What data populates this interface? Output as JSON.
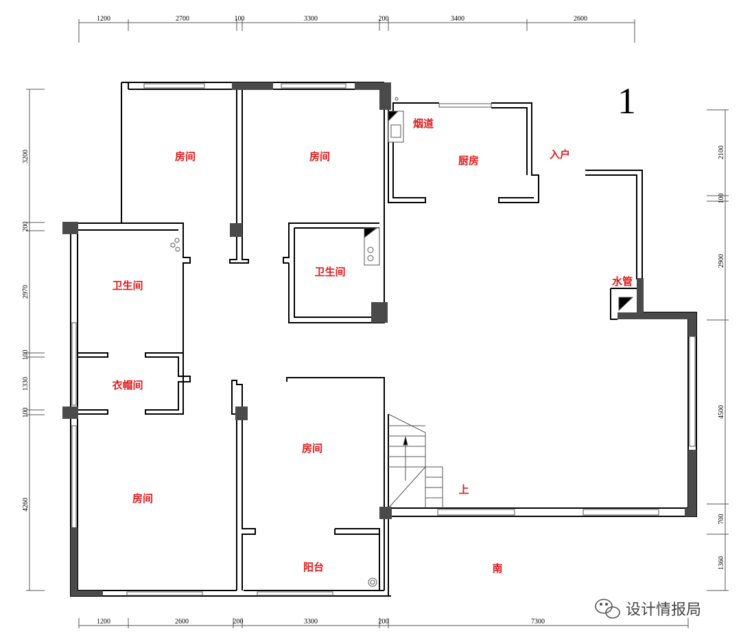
{
  "floor_number": "1",
  "rooms": {
    "room_top_left": "房间",
    "room_top_mid": "房间",
    "flue": "烟道",
    "kitchen": "厨房",
    "entrance": "入户",
    "bath_left": "卫生间",
    "bath_mid": "卫生间",
    "water_pipe": "水管",
    "cloakroom": "衣帽间",
    "room_mid": "房间",
    "room_bottom_left": "房间",
    "stairs_up": "上",
    "balcony": "阳台",
    "south": "南"
  },
  "dims": {
    "top": [
      "1200",
      "2700",
      "100",
      "3300",
      "200",
      "3400",
      "2600"
    ],
    "bottom": [
      "1200",
      "2600",
      "200",
      "3300",
      "200",
      "7300"
    ],
    "left": [
      "3200",
      "200",
      "2970",
      "100",
      "1330",
      "100",
      "4260"
    ],
    "right": [
      "2100",
      "100",
      "2900",
      "4500",
      "700",
      "1360"
    ]
  },
  "watermark": {
    "icon": "wechat-icon",
    "text": "设计情报局"
  }
}
